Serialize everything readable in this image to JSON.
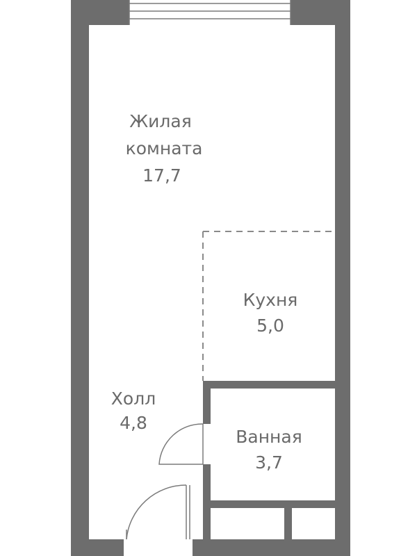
{
  "rooms": [
    {
      "id": "living",
      "name_line1": "Жилая",
      "name_line2": "комната",
      "area": "17,7"
    },
    {
      "id": "kitchen",
      "name": "Кухня",
      "area": "5,0"
    },
    {
      "id": "hall",
      "name": "Холл",
      "area": "4,8"
    },
    {
      "id": "bathroom",
      "name": "Ванная",
      "area": "3,7"
    }
  ],
  "colors": {
    "wall": "#6d6d6d",
    "label": "#6a6a6a",
    "dashed": "#8a8a8a",
    "thin_line": "#7a7a7a"
  }
}
